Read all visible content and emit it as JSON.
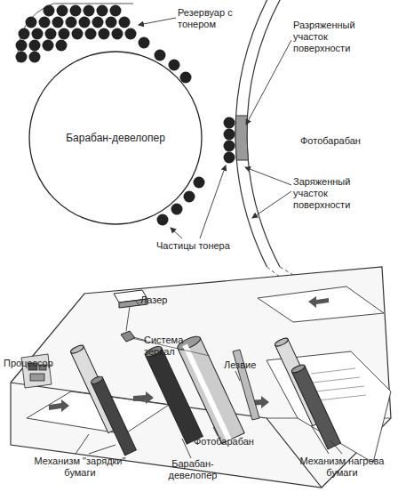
{
  "diagram": {
    "nodes": [
      {
        "text": [
          "Барабан-девелопер"
        ]
      }
    ],
    "labels": [
      "Резервуар с тонером",
      "Разряженный участок поверхности",
      "Фотобарабан",
      "Заряженный участок поверхности",
      "Частицы тонера",
      "Лазер",
      "Система зеркал",
      "Процессор",
      "Лезвие",
      "Механизм \"зарядки\" бумаги",
      "Барабан-девелопер",
      "Фотобарабан",
      "Механизм нагрева бумаги"
    ]
  }
}
